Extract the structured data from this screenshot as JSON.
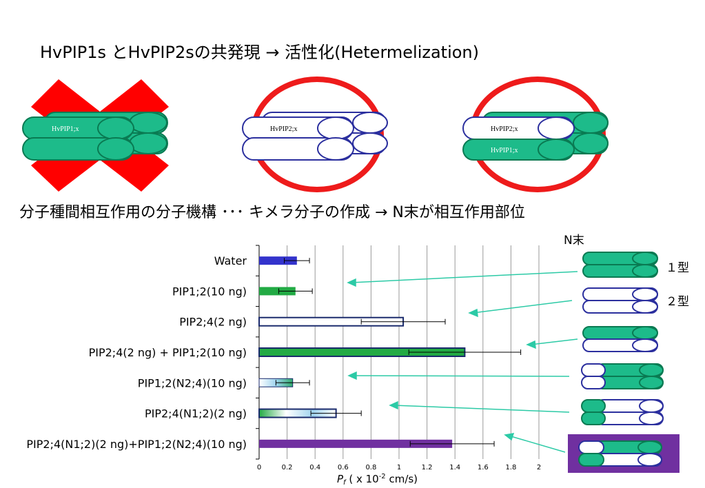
{
  "slide": {
    "title": "HvPIP1s とHvPIP2sの共発現  →  活性化(Hetermelization)",
    "subtitle": "分子種間相互作用の分子機構  ･･･  キメラ分子の作成  →  N末が相互作用部位"
  },
  "illustrations": {
    "left_label": "HvPIP1;x",
    "middle_label": "HvPIP2;x",
    "right_top_label": "HvPIP2;x",
    "right_bottom_label": "HvPIP1;x",
    "no_mark_color": "#ff0000",
    "ok_mark_color": "#e8201f"
  },
  "legend": {
    "nterm_label": "N末",
    "type1_label": "１型",
    "type2_label": "２型"
  },
  "colors": {
    "pip1_green": "#1dbb8a",
    "pip2_outline": "#2b2f9e",
    "purple_bg": "#7030a0",
    "arrow": "#2ccaa6",
    "bar_water": "#3333cc",
    "bar_pip1": "#22aa44"
  },
  "chart_data": {
    "type": "bar",
    "orientation": "horizontal",
    "categories": [
      "Water",
      "PIP1;2(10 ng)",
      "PIP2;4(2 ng)",
      "PIP2;4(2 ng) + PIP1;2(10 ng)",
      "PIP1;2(N2;4)(10 ng)",
      "PIP2;4(N1;2)(2 ng)",
      "PIP2;4(N1;2)(2 ng)+PIP1;2(N2;4)(10 ng)"
    ],
    "values": [
      0.27,
      0.26,
      1.03,
      1.47,
      0.24,
      0.55,
      1.38
    ],
    "errors": [
      0.09,
      0.12,
      0.3,
      0.4,
      0.12,
      0.18,
      0.3
    ],
    "xlabel": "P_f ( x 10^-2 cm/s)",
    "xlabel_main": "P",
    "xlabel_sub": "f",
    "xlabel_rest": " ( x 10",
    "xlabel_exp": "-2",
    "xlabel_unit": " cm/s)",
    "xticks": [
      "0",
      "0.2",
      "0.4",
      "0.6",
      "0.8",
      "1",
      "1.2",
      "1.4",
      "1.6",
      "1.8",
      "2"
    ],
    "xlim": [
      0,
      2
    ],
    "grid": true
  }
}
